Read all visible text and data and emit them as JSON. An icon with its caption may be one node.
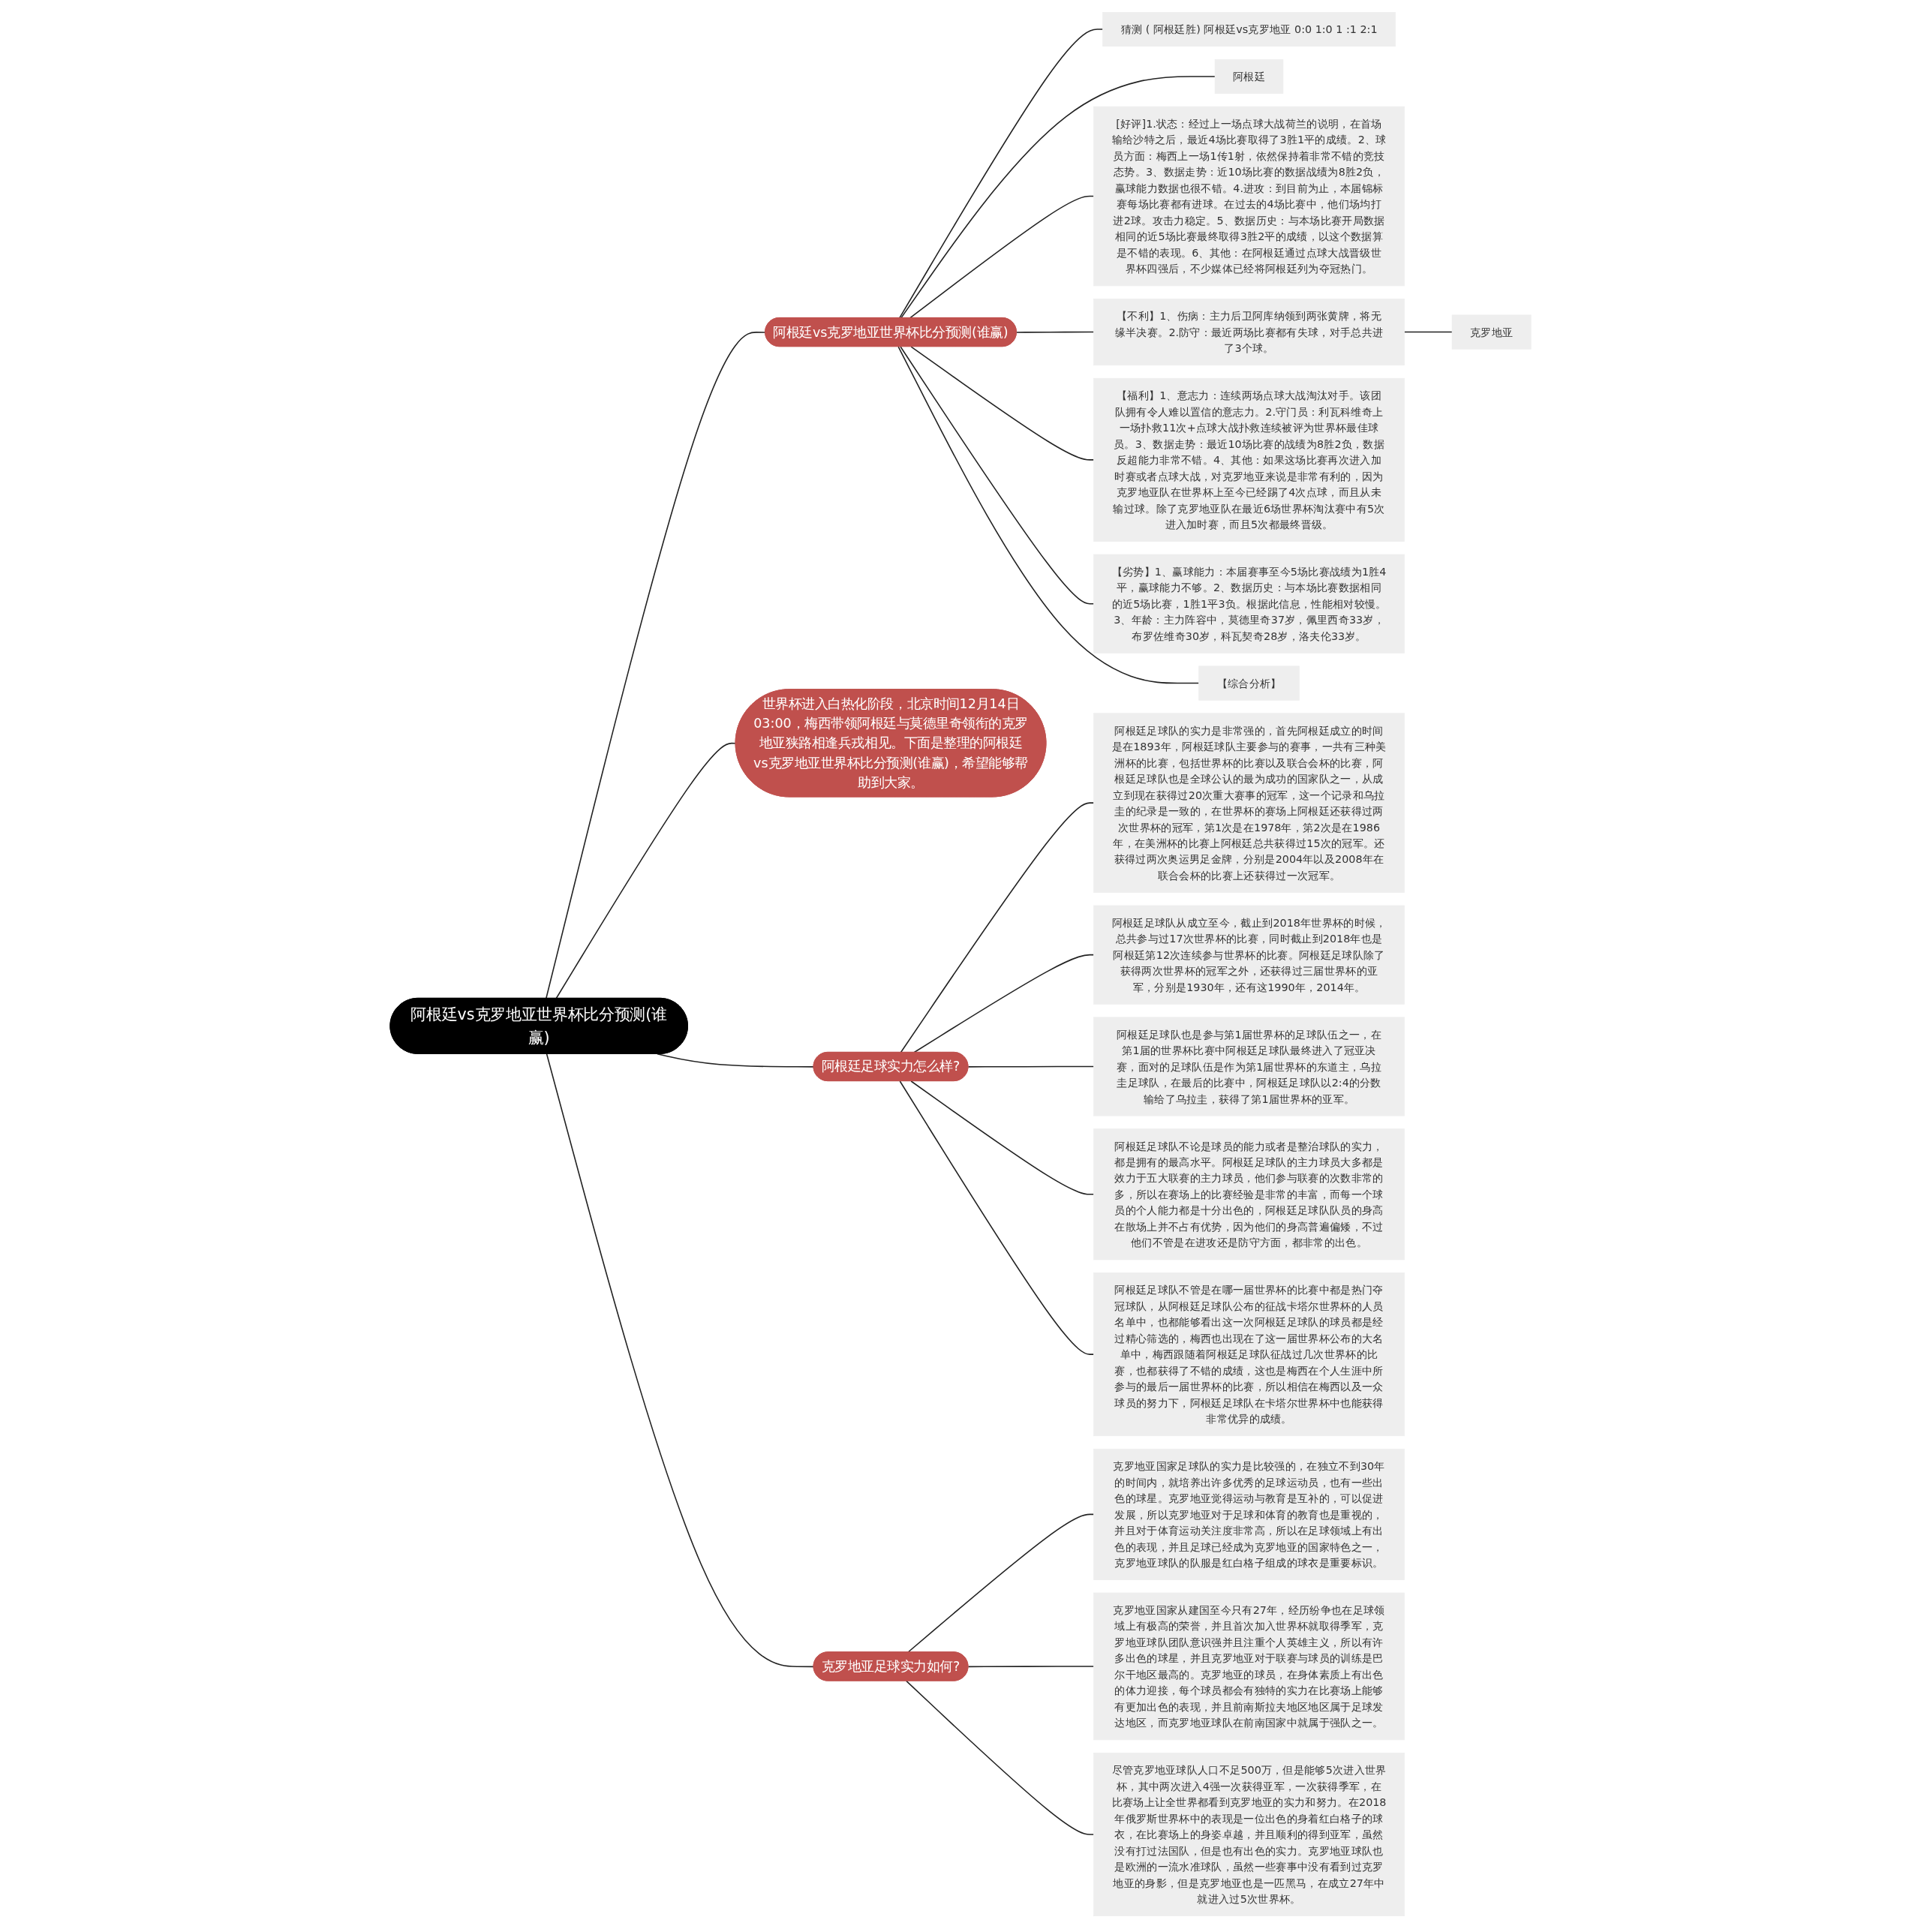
{
  "diagram": {
    "nodes": [
      {
        "text": [
          "阿根廷vs克罗地亚世界杯比分预测(谁赢)"
        ]
      },
      {
        "text": [
          "阿根廷vs克罗地亚世界杯比分预测(谁赢)"
        ]
      },
      {
        "text": [
          "猜测 ( 阿根廷胜) 阿根廷vs克罗地亚 0:0 1:0 1 :1 2:1"
        ]
      },
      {
        "text": [
          "阿根廷"
        ]
      },
      {
        "text": [
          "[好评]1.状态：经过上一场点球大战荷兰的说明，在首场输给沙特之后，最近4场比赛取得了3胜1平的成绩。2、球员方面：梅西上一场1传1射，依然保持着非常不错的竞技态势。3、数据走势：近10场比赛的数据战绩为8胜2负，赢球能力数据也很不错。4.进攻：到目前为止，本届锦标赛每场比赛都有进球。在过去的4场比赛中，他们场均打进2球。攻击力稳定。5、数据历史：与本场比赛开局数据相同的近5场比赛最终取得3胜2平的成绩，以这个数据算是不错的表现。6、其他：在阿根廷通过点球大战晋级世界杯四强后，不少媒体已经将阿根廷列为夺冠热门。"
        ]
      },
      {
        "text": [
          "【不利】1、伤病：主力后卫阿库纳领到两张黄牌，将无缘半决赛。2.防守：最近两场比赛都有失球，对手总共进了3个球。"
        ]
      },
      {
        "text": [
          "克罗地亚"
        ]
      },
      {
        "text": [
          "【福利】1、意志力：连续两场点球大战淘汰对手。该团队拥有令人难以置信的意志力。2.守门员：利瓦科维奇上一场扑救11次+点球大战扑救连续被评为世界杯最佳球员。3、数据走势：最近10场比赛的战绩为8胜2负，数据反超能力非常不错。4、其他：如果这场比赛再次进入加时赛或者点球大战，对克罗地亚来说是非常有利的，因为克罗地亚队在世界杯上至今已经踢了4次点球，而且从未输过球。除了克罗地亚队在最近6场世界杯淘汰赛中有5次进入加时赛，而且5次都最终晋级。"
        ]
      },
      {
        "text": [
          "【劣势】1、赢球能力：本届赛事至今5场比赛战绩为1胜4平，赢球能力不够。2、数据历史：与本场比赛数据相同的近5场比赛，1胜1平3负。根据此信息，性能相对较慢。3、年龄：主力阵容中，莫德里奇37岁，佩里西奇33岁，布罗佐维奇30岁，科瓦契奇28岁，洛夫伦33岁。"
        ]
      },
      {
        "text": [
          "【综合分析】"
        ]
      },
      {
        "text": [
          "世界杯进入白热化阶段，北京时间12月14日03:00，梅西带领阿根廷与莫德里奇领衔的克罗地亚狭路相逢兵戎相见。下面是整理的阿根廷vs克罗地亚世界杯比分预测(谁赢)，希望能够帮助到大家。"
        ]
      },
      {
        "text": [
          "阿根廷足球实力怎么样?"
        ]
      },
      {
        "text": [
          "阿根廷足球队的实力是非常强的，首先阿根廷成立的时间是在1893年，阿根廷球队主要参与的赛事，一共有三种美洲杯的比赛，包括世界杯的比赛以及联合会杯的比赛，阿根廷足球队也是全球公认的最为成功的国家队之一，从成立到现在获得过20次重大赛事的冠军，这一个记录和乌拉圭的纪录是一致的，在世界杯的赛场上阿根廷还获得过两次世界杯的冠军，第1次是在1978年，第2次是在1986年，在美洲杯的比赛上阿根廷总共获得过15次的冠军。还获得过两次奥运男足金牌，分别是2004年以及2008年在联合会杯的比赛上还获得过一次冠军。"
        ]
      },
      {
        "text": [
          "阿根廷足球队从成立至今，截止到2018年世界杯的时候，总共参与过17次世界杯的比赛，同时截止到2018年也是阿根廷第12次连续参与世界杯的比赛。阿根廷足球队除了获得两次世界杯的冠军之外，还获得过三届世界杯的亚军，分别是1930年，还有这1990年，2014年。"
        ]
      },
      {
        "text": [
          "阿根廷足球队也是参与第1届世界杯的足球队伍之一，在第1届的世界杯比赛中阿根廷足球队最终进入了冠亚决赛，面对的足球队伍是作为第1届世界杯的东道主，乌拉圭足球队，在最后的比赛中，阿根廷足球队以2:4的分数输给了乌拉圭，获得了第1届世界杯的亚军。"
        ]
      },
      {
        "text": [
          "阿根廷足球队不论是球员的能力或者是整治球队的实力，都是拥有的最高水平。阿根廷足球队的主力球员大多都是效力于五大联赛的主力球员，他们参与联赛的次数非常的多，所以在赛场上的比赛经验是非常的丰富，而每一个球员的个人能力都是十分出色的，阿根廷足球队队员的身高在散场上并不占有优势，因为他们的身高普遍偏矮，不过他们不管是在进攻还是防守方面，都非常的出色。"
        ]
      },
      {
        "text": [
          "阿根廷足球队不管是在哪一届世界杯的比赛中都是热门夺冠球队，从阿根廷足球队公布的征战卡塔尔世界杯的人员名单中，也都能够看出这一次阿根廷足球队的球员都是经过精心筛选的，梅西也出现在了这一届世界杯公布的大名单中，梅西跟随着阿根廷足球队征战过几次世界杯的比赛，也都获得了不错的成绩，这也是梅西在个人生涯中所参与的最后一届世界杯的比赛，所以相信在梅西以及一众球员的努力下，阿根廷足球队在卡塔尔世界杯中也能获得非常优异的成绩。"
        ]
      },
      {
        "text": [
          "克罗地亚足球实力如何?"
        ]
      },
      {
        "text": [
          "克罗地亚国家足球队的实力是比较强的，在独立不到30年的时间内，就培养出许多优秀的足球运动员，也有一些出色的球星。克罗地亚觉得运动与教育是互补的，可以促进发展，所以克罗地亚对于足球和体育的教育也是重视的，并且对于体育运动关注度非常高，所以在足球领域上有出色的表现，并且足球已经成为克罗地亚的国家特色之一，克罗地亚球队的队服是红白格子组成的球衣是重要标识。"
        ]
      },
      {
        "text": [
          "克罗地亚国家从建国至今只有27年，经历纷争也在足球领域上有极高的荣誉，并且首次加入世界杯就取得季军，克罗地亚球队团队意识强并且注重个人英雄主义，所以有许多出色的球星，并且克罗地亚对于联赛与球员的训练是巴尔干地区最高的。克罗地亚的球员，在身体素质上有出色的体力迎接，每个球员都会有独特的实力在比赛场上能够有更加出色的表现，并且前南斯拉夫地区地区属于足球发达地区，而克罗地亚球队在前南国家中就属于强队之一。"
        ]
      },
      {
        "text": [
          "尽管克罗地亚球队人口不足500万，但是能够5次进入世界杯，其中两次进入4强一次获得亚军，一次获得季军，在比赛场上让全世界都看到克罗地亚的实力和努力。在2018年俄罗斯世界杯中的表现是一位出色的身着红白格子的球衣，在比赛场上的身姿卓越，并且顺利的得到亚军，虽然没有打过法国队，但是也有出色的实力。克罗地亚球队也是欧洲的一流水准球队，虽然一些赛事中没有看到过克罗地亚的身影，但是克罗地亚也是一匹黑马，在成立27年中就进入过5次世界杯。"
        ]
      }
    ],
    "edges": [
      {
        "from": 0,
        "to": 1,
        "arrow": "none"
      },
      {
        "from": 1,
        "to": 2,
        "arrow": "none"
      },
      {
        "from": 1,
        "to": 3,
        "arrow": "none"
      },
      {
        "from": 1,
        "to": 4,
        "arrow": "none"
      },
      {
        "from": 1,
        "to": 5,
        "arrow": "none"
      },
      {
        "from": 5,
        "to": 6,
        "arrow": "none"
      },
      {
        "from": 1,
        "to": 7,
        "arrow": "none"
      },
      {
        "from": 1,
        "to": 8,
        "arrow": "none"
      },
      {
        "from": 1,
        "to": 9,
        "arrow": "none"
      },
      {
        "from": 0,
        "to": 10,
        "arrow": "none"
      },
      {
        "from": 0,
        "to": 11,
        "arrow": "none"
      },
      {
        "from": 11,
        "to": 12,
        "arrow": "none"
      },
      {
        "from": 11,
        "to": 13,
        "arrow": "none"
      },
      {
        "from": 11,
        "to": 14,
        "arrow": "none"
      },
      {
        "from": 11,
        "to": 15,
        "arrow": "none"
      },
      {
        "from": 11,
        "to": 16,
        "arrow": "none"
      },
      {
        "from": 0,
        "to": 17,
        "arrow": "none"
      },
      {
        "from": 17,
        "to": 18,
        "arrow": "none"
      },
      {
        "from": 17,
        "to": 19,
        "arrow": "none"
      },
      {
        "from": 17,
        "to": 20,
        "arrow": "none"
      }
    ]
  }
}
